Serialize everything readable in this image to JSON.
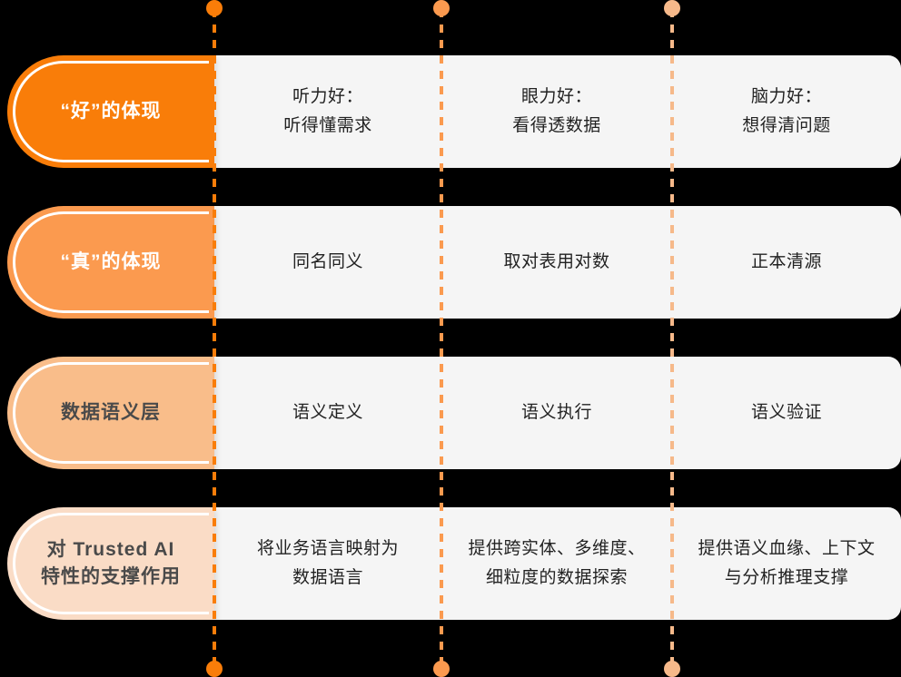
{
  "theme": {
    "background": "#000000",
    "panel_bg": "#f5f5f5",
    "text_color": "#222222",
    "accent_dark": "#f97d09",
    "accent_mid": "#fb9a4f",
    "accent_light": "#f9bd8a",
    "accent_lightest": "#fadcc6",
    "dash_1": "#f97d09",
    "dash_2": "#fb9a4f",
    "dash_3": "#f6b98a"
  },
  "columns": [
    {
      "id": "col-1"
    },
    {
      "id": "col-2"
    },
    {
      "id": "col-3"
    }
  ],
  "rows": [
    {
      "id": "row-hao",
      "label": "“好”的体现",
      "label_bg": "#f97d09",
      "label_text_color": "#ffffff",
      "cells": [
        "听力好：\n听得懂需求",
        "眼力好：\n看得透数据",
        "脑力好：\n想得清问题"
      ]
    },
    {
      "id": "row-zhen",
      "label": "“真”的体现",
      "label_bg": "#fb9a4f",
      "label_text_color": "#ffffff",
      "cells": [
        "同名同义",
        "取对表用对数",
        "正本清源"
      ]
    },
    {
      "id": "row-semantic-layer",
      "label": "数据语义层",
      "label_bg": "#f9bd8a",
      "label_text_color": "#4a4a4a",
      "cells": [
        "语义定义",
        "语义执行",
        "语义验证"
      ]
    },
    {
      "id": "row-trusted-ai",
      "label": "对 Trusted AI\n特性的支撑作用",
      "label_bg": "#fadcc6",
      "label_text_color": "#4a4a4a",
      "cells": [
        "将业务语言映射为\n数据语言",
        "提供跨实体、多维度、\n细粒度的数据探索",
        "提供语义血缘、上下文\n与分析推理支撑"
      ]
    }
  ]
}
